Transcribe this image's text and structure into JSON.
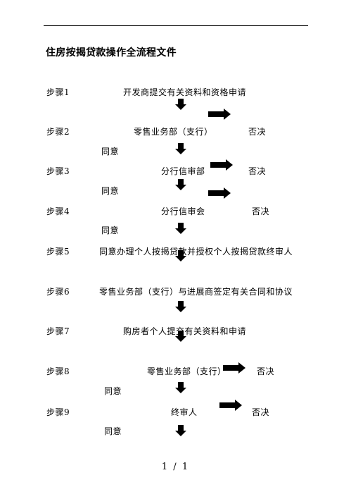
{
  "title": "住房按揭贷款操作全流程文件",
  "steps": [
    {
      "label": "步骤1",
      "text": "开发商提交有关资料和资格申请"
    },
    {
      "label": "步骤2",
      "text": "零售业务部（支行）",
      "reject": "否决",
      "agree": "同意"
    },
    {
      "label": "步骤3",
      "text": "分行信审部",
      "reject": "否决",
      "agree": "同意"
    },
    {
      "label": "步骤4",
      "text": "分行信审会",
      "reject": "否决",
      "agree": "同意"
    },
    {
      "label": "步骤5",
      "text": "同意办理个人按揭贷款并授权个人按揭贷款终审人"
    },
    {
      "label": "步骤6",
      "text": "零售业务部（支行）与进展商签定有关合同和协议"
    },
    {
      "label": "步骤7",
      "text": "购房者个人提交有关资料和申请"
    },
    {
      "label": "步骤8",
      "text": "零售业务部（支行）",
      "reject": "否决",
      "agree": "同意"
    },
    {
      "label": "步骤9",
      "text": "终审人",
      "reject": "否决",
      "agree": "同意"
    }
  ],
  "footer": "1 / 1",
  "icons": {
    "down": "down-arrow-icon",
    "right": "right-arrow-icon"
  },
  "colors": {
    "text": "#000000",
    "arrow": "#000000"
  }
}
